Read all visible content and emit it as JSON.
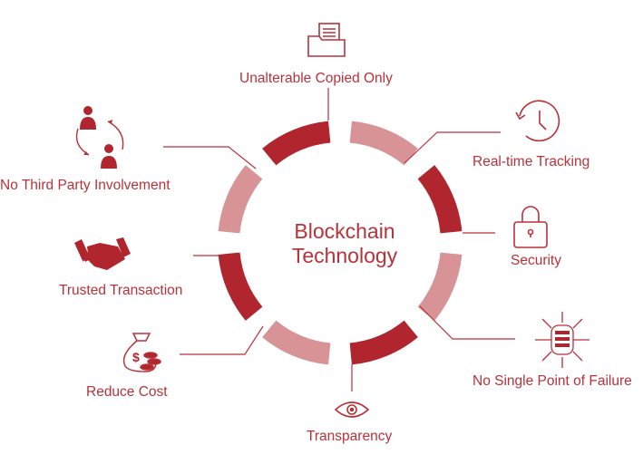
{
  "center": {
    "line1": "Blockchain",
    "line2": "Technology"
  },
  "features": [
    {
      "label": "Unalterable Copied Only",
      "icon": "folder-documents-icon"
    },
    {
      "label": "Real-time Tracking",
      "icon": "clock-history-icon"
    },
    {
      "label": "Security",
      "icon": "padlock-icon"
    },
    {
      "label": "No Single Point of Failure",
      "icon": "distributed-database-icon"
    },
    {
      "label": "Transparency",
      "icon": "eye-icon"
    },
    {
      "label": "Reduce Cost",
      "icon": "money-bag-icon"
    },
    {
      "label": "Trusted Transaction",
      "icon": "handshake-icon"
    },
    {
      "label": "No Third Party Involvement",
      "icon": "peer-exchange-icon"
    }
  ],
  "colors": {
    "dark": "#b0252e",
    "light": "#d79395",
    "text": "#b8323a"
  }
}
